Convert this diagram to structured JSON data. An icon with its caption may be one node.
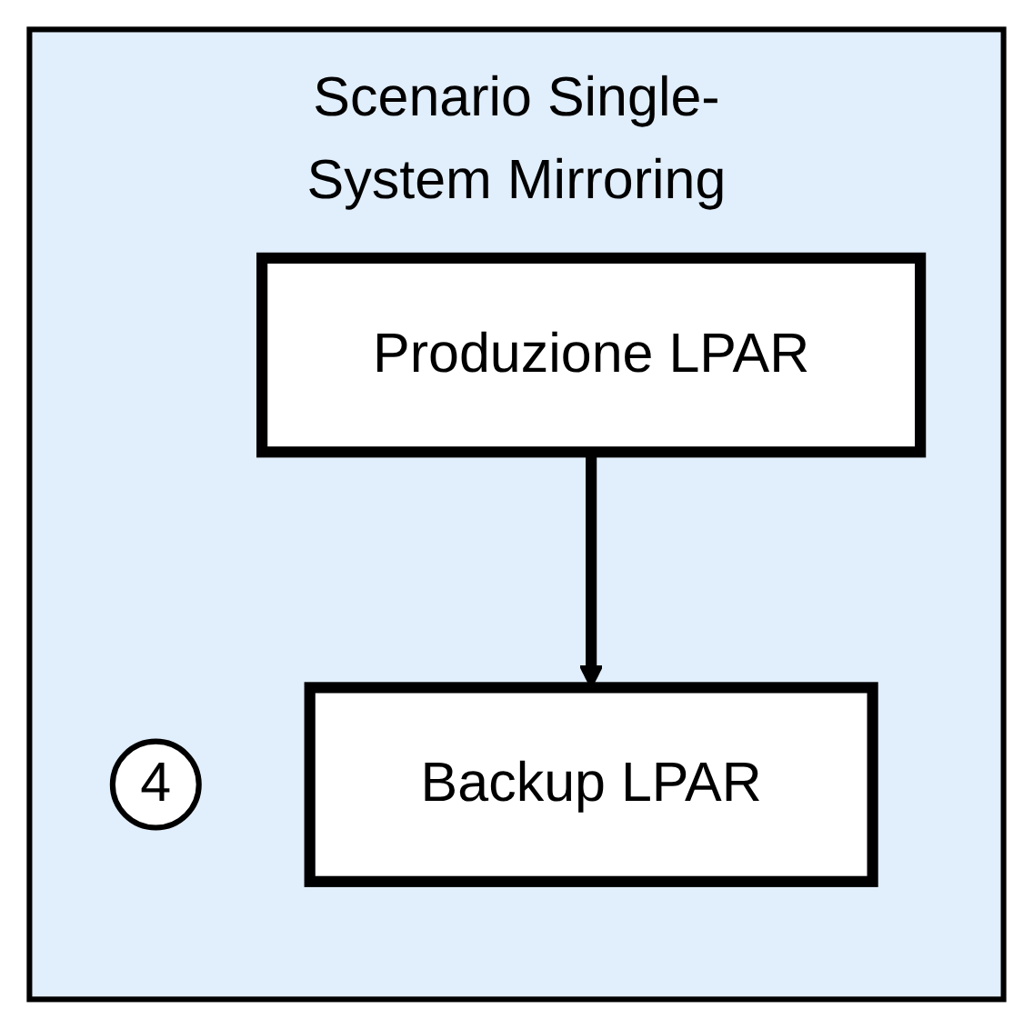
{
  "diagram": {
    "nodes": [
      {
        "text": [
          "Scenario Single-System Mirroring"
        ]
      },
      {
        "text": [
          "4"
        ],
        "in": 0
      },
      {
        "text": [
          "Produzione LPAR"
        ],
        "in": 0
      },
      {
        "text": [
          "Backup LPAR"
        ],
        "in": 0
      }
    ],
    "edges": [
      {
        "from": 2,
        "to": 3,
        "arrow": "to"
      }
    ]
  }
}
